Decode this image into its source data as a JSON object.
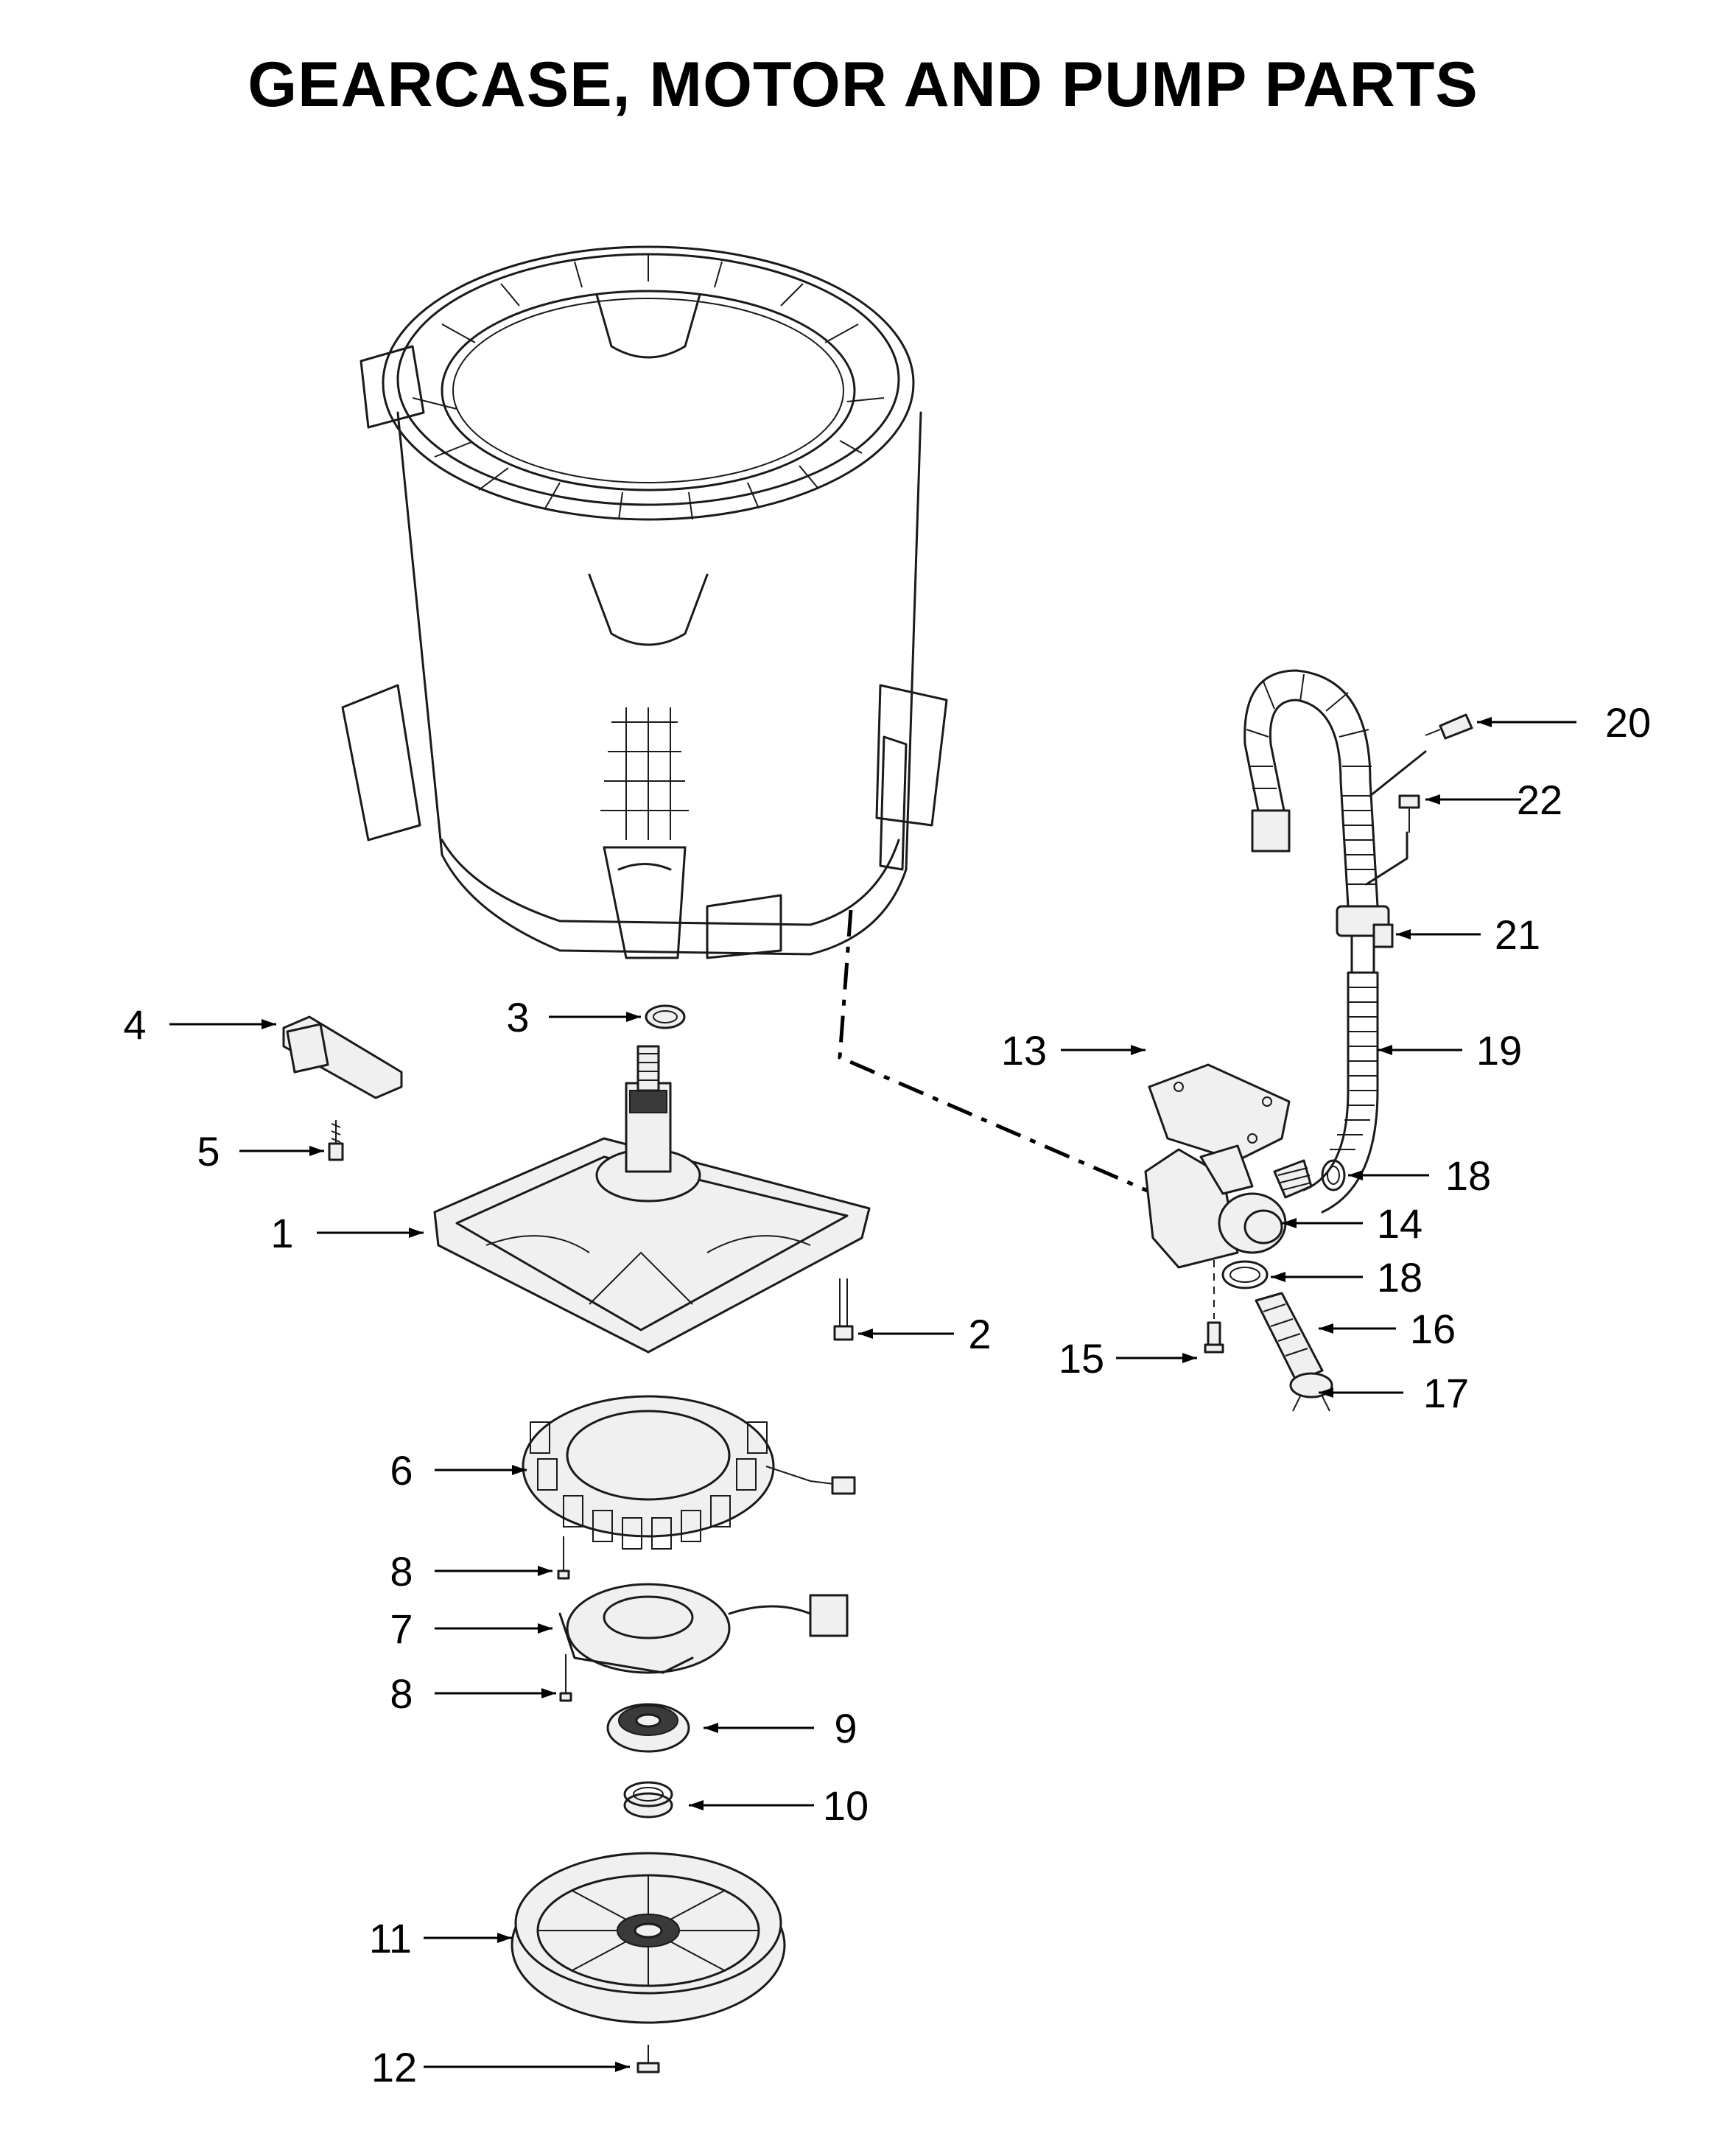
{
  "title": "GEARCASE, MOTOR AND PUMP PARTS",
  "callouts": [
    {
      "id": "c20",
      "label": "20"
    },
    {
      "id": "c22",
      "label": "22"
    },
    {
      "id": "c21",
      "label": "21"
    },
    {
      "id": "c19",
      "label": "19"
    },
    {
      "id": "c18a",
      "label": "18"
    },
    {
      "id": "c14",
      "label": "14"
    },
    {
      "id": "c18b",
      "label": "18"
    },
    {
      "id": "c16",
      "label": "16"
    },
    {
      "id": "c17",
      "label": "17"
    },
    {
      "id": "c15",
      "label": "15"
    },
    {
      "id": "c13",
      "label": "13"
    },
    {
      "id": "c3",
      "label": "3"
    },
    {
      "id": "c4",
      "label": "4"
    },
    {
      "id": "c5",
      "label": "5"
    },
    {
      "id": "c1",
      "label": "1"
    },
    {
      "id": "c2",
      "label": "2"
    },
    {
      "id": "c6",
      "label": "6"
    },
    {
      "id": "c8a",
      "label": "8"
    },
    {
      "id": "c7",
      "label": "7"
    },
    {
      "id": "c8b",
      "label": "8"
    },
    {
      "id": "c9",
      "label": "9"
    },
    {
      "id": "c10",
      "label": "10"
    },
    {
      "id": "c11",
      "label": "11"
    },
    {
      "id": "c12",
      "label": "12"
    }
  ]
}
